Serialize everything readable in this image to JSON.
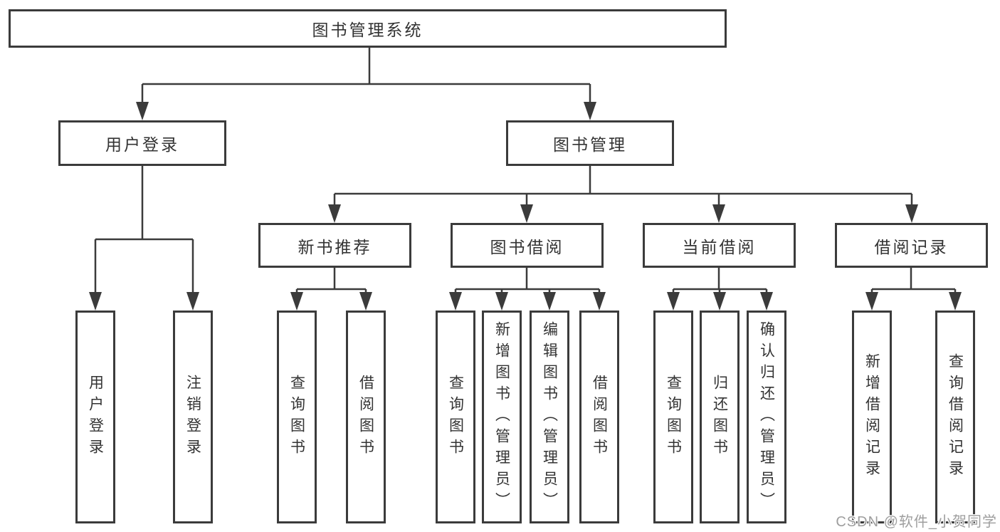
{
  "tree": {
    "label": "图书管理系统",
    "children": [
      {
        "label": "用户登录",
        "children": [
          {
            "label": "用户登录"
          },
          {
            "label": "注销登录"
          }
        ]
      },
      {
        "label": "图书管理",
        "children": [
          {
            "label": "新书推荐",
            "children": [
              {
                "label": "查询图书"
              },
              {
                "label": "借阅图书"
              }
            ]
          },
          {
            "label": "图书借阅",
            "children": [
              {
                "label": "查询图书"
              },
              {
                "label": "新增图书（管理员）"
              },
              {
                "label": "编辑图书（管理员）"
              },
              {
                "label": "借阅图书"
              }
            ]
          },
          {
            "label": "当前借阅",
            "children": [
              {
                "label": "查询图书"
              },
              {
                "label": "归还图书"
              },
              {
                "label": "确认归还（管理员）"
              }
            ]
          },
          {
            "label": "借阅记录",
            "children": [
              {
                "label": "新增借阅记录"
              },
              {
                "label": "查询借阅记录"
              }
            ]
          }
        ]
      }
    ]
  },
  "watermark": {
    "text": "CSDN @软件_小贺同学"
  },
  "colors": {
    "line": "#3b3b3b",
    "border": "#3b3b3b",
    "text": "#333333",
    "box_background": "#ffffff",
    "page_background": "#ffffff",
    "watermark": "#9e9e9e"
  }
}
